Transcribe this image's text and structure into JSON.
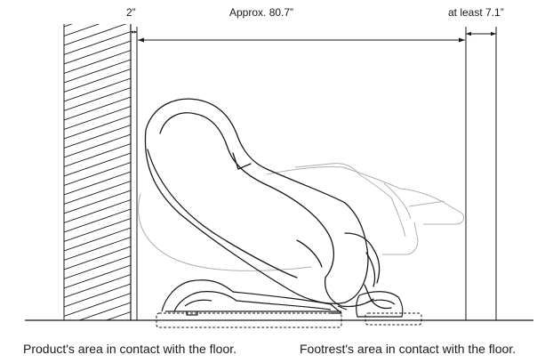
{
  "dimensions": {
    "wall_gap": "2”",
    "length": "Approx. 80.7”",
    "rear_gap": "at least  7.1”"
  },
  "captions": {
    "product_area": "Product's area in contact with the floor.",
    "footrest_area": "Footrest's area in contact with the floor."
  },
  "colors": {
    "line": "#1a1a1a",
    "faded_line": "#b0b0b0"
  }
}
